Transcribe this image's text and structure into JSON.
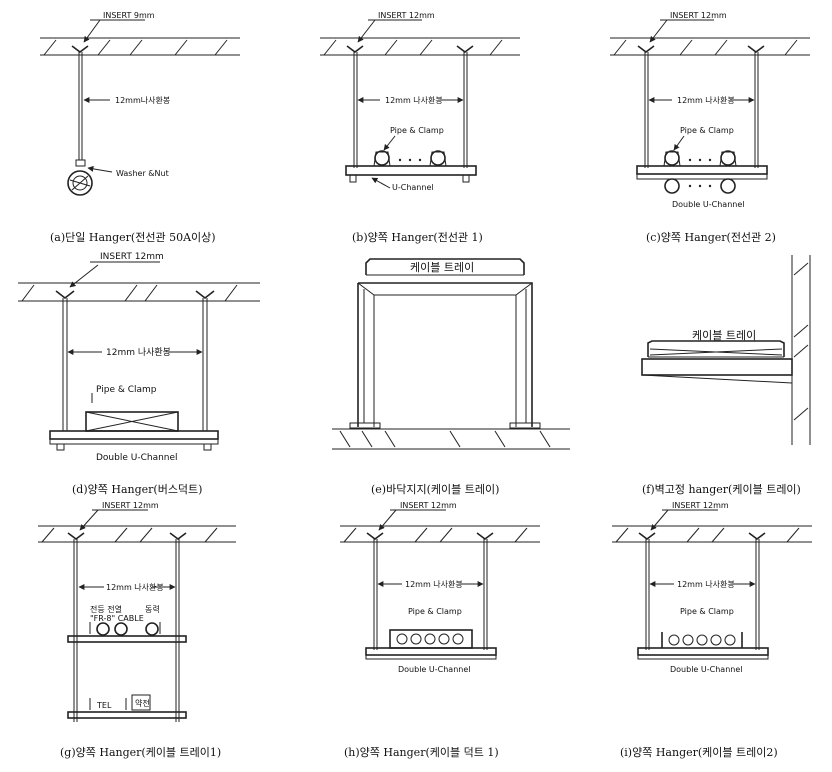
{
  "panels": {
    "a": {
      "insert": "INSERT 9mm",
      "rod": "12mm나사환봉",
      "washer": "Washer &Nut",
      "caption": "(a)단일 Hanger(전선관 50A이상)"
    },
    "b": {
      "insert": "INSERT 12mm",
      "rod": "12mm 나사환봉",
      "pipe": "Pipe & Clamp",
      "channel": "U-Channel",
      "caption": "(b)양쪽 Hanger(전선관 1)"
    },
    "c": {
      "insert": "INSERT 12mm",
      "rod": "12mm 나사환봉",
      "pipe": "Pipe & Clamp",
      "channel": "Double U-Channel",
      "caption": "(c)양쪽 Hanger(전선관 2)"
    },
    "d": {
      "insert": "INSERT 12mm",
      "rod": "12mm 나사환봉",
      "pipe": "Pipe & Clamp",
      "channel": "Double U-Channel",
      "caption": "(d)양쪽 Hanger(버스덕트)"
    },
    "e": {
      "tray": "케이블 트레이",
      "caption": "(e)바닥지지(케이블 트레이)"
    },
    "f": {
      "tray": "케이블 트레이",
      "caption": "(f)벽고정 hanger(케이블 트레이)"
    },
    "g": {
      "insert": "INSERT 12mm",
      "rod": "12mm 나사환봉",
      "cable1": "전등 전열",
      "cable2": "\"FR-8\" CABLE",
      "power": "동력",
      "tel": "TEL",
      "weak": "약전",
      "caption": "(g)양쪽 Hanger(케이블 트레이1)"
    },
    "h": {
      "insert": "INSERT 12mm",
      "rod": "12mm 나사환봉",
      "pipe": "Pipe & Clamp",
      "channel": "Double U-Channel",
      "caption": "(h)양쪽 Hanger(케이블 덕트 1)"
    },
    "i": {
      "insert": "INSERT 12mm",
      "rod": "12mm 나사환봉",
      "pipe": "Pipe & Clamp",
      "channel": "Double U-Channel",
      "caption": "(i)양쪽 Hanger(케이블 트레이2)"
    }
  }
}
